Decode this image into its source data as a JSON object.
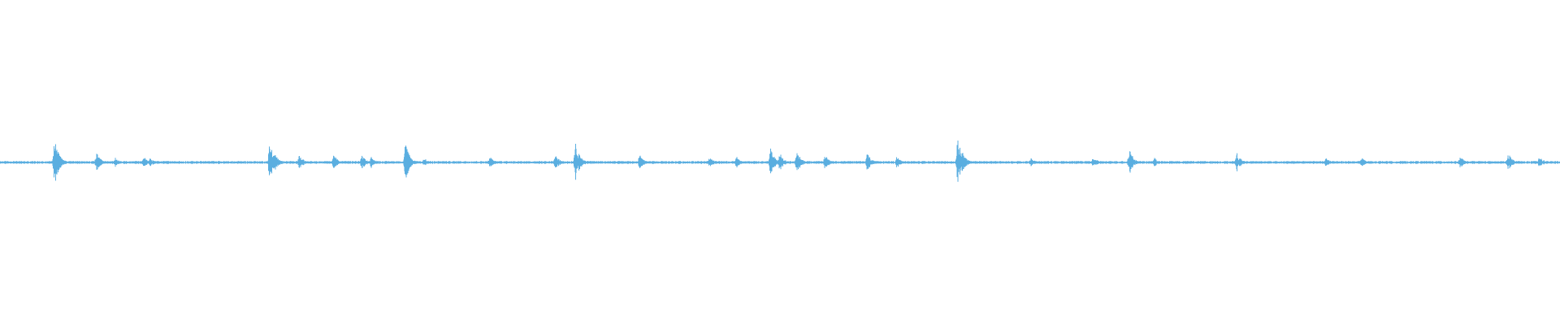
{
  "waveform": {
    "color": "#5aaee0",
    "baseline_amplitude": 0.006,
    "bursts": [
      {
        "position": 0.035,
        "amplitude": 0.16
      },
      {
        "position": 0.037,
        "amplitude": 0.08
      },
      {
        "position": 0.062,
        "amplitude": 0.06
      },
      {
        "position": 0.074,
        "amplitude": 0.03
      },
      {
        "position": 0.092,
        "amplitude": 0.04
      },
      {
        "position": 0.096,
        "amplitude": 0.03
      },
      {
        "position": 0.173,
        "amplitude": 0.13
      },
      {
        "position": 0.176,
        "amplitude": 0.06
      },
      {
        "position": 0.192,
        "amplitude": 0.05
      },
      {
        "position": 0.214,
        "amplitude": 0.05
      },
      {
        "position": 0.232,
        "amplitude": 0.05
      },
      {
        "position": 0.238,
        "amplitude": 0.04
      },
      {
        "position": 0.26,
        "amplitude": 0.13
      },
      {
        "position": 0.272,
        "amplitude": 0.03
      },
      {
        "position": 0.314,
        "amplitude": 0.04
      },
      {
        "position": 0.356,
        "amplitude": 0.05
      },
      {
        "position": 0.369,
        "amplitude": 0.13
      },
      {
        "position": 0.41,
        "amplitude": 0.05
      },
      {
        "position": 0.455,
        "amplitude": 0.04
      },
      {
        "position": 0.472,
        "amplitude": 0.04
      },
      {
        "position": 0.494,
        "amplitude": 0.09
      },
      {
        "position": 0.5,
        "amplitude": 0.06
      },
      {
        "position": 0.511,
        "amplitude": 0.07
      },
      {
        "position": 0.529,
        "amplitude": 0.05
      },
      {
        "position": 0.556,
        "amplitude": 0.06
      },
      {
        "position": 0.575,
        "amplitude": 0.04
      },
      {
        "position": 0.614,
        "amplitude": 0.16
      },
      {
        "position": 0.617,
        "amplitude": 0.07
      },
      {
        "position": 0.661,
        "amplitude": 0.03
      },
      {
        "position": 0.701,
        "amplitude": 0.04
      },
      {
        "position": 0.724,
        "amplitude": 0.09
      },
      {
        "position": 0.74,
        "amplitude": 0.03
      },
      {
        "position": 0.793,
        "amplitude": 0.06
      },
      {
        "position": 0.85,
        "amplitude": 0.03
      },
      {
        "position": 0.873,
        "amplitude": 0.03
      },
      {
        "position": 0.936,
        "amplitude": 0.04
      },
      {
        "position": 0.967,
        "amplitude": 0.06
      },
      {
        "position": 0.987,
        "amplitude": 0.04
      }
    ]
  }
}
